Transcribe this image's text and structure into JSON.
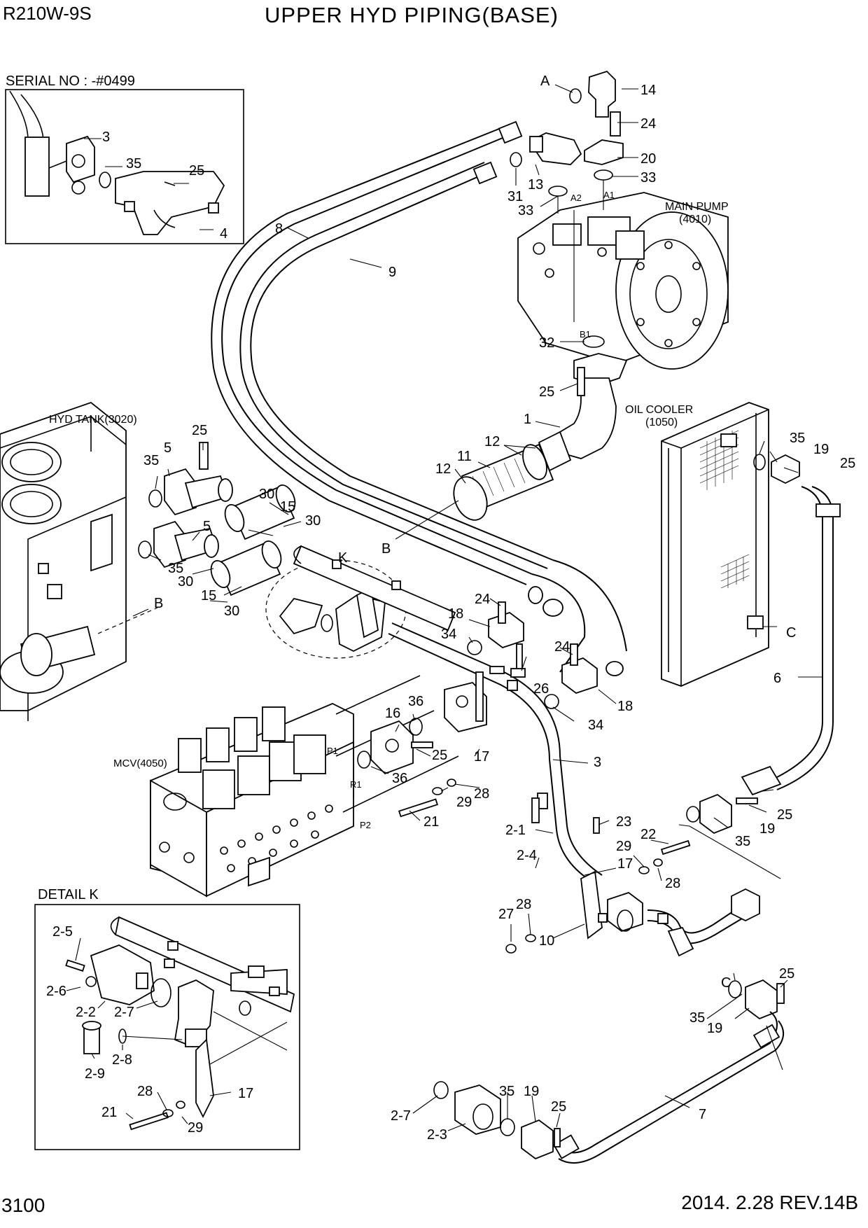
{
  "header": {
    "model": "R210W-9S",
    "title": "UPPER HYD PIPING(BASE)"
  },
  "footer": {
    "page_number": "3100",
    "revision": "2014. 2.28  REV.14B"
  },
  "inset_serial": {
    "title": "SERIAL NO : -#0499",
    "callouts": [
      "3",
      "35",
      "25",
      "4"
    ]
  },
  "detail_k": {
    "title": "DETAIL K",
    "callouts": [
      "2-5",
      "2-6",
      "2-2",
      "2-7",
      "2-8",
      "2-9",
      "28",
      "21",
      "29",
      "17"
    ]
  },
  "components": {
    "main_pump": "MAIN PUMP",
    "main_pump_code": "(4010)",
    "oil_cooler": "OIL COOLER",
    "oil_cooler_code": "(1050)",
    "hyd_tank": "HYD TANK(3020)",
    "mcv": "MCV(4050)"
  },
  "port_labels": [
    "A1",
    "A2",
    "B1",
    "P1",
    "R1",
    "P2"
  ],
  "reference_letters": [
    "A",
    "B",
    "C",
    "K"
  ],
  "callouts": [
    "14",
    "24",
    "20",
    "33",
    "13",
    "31",
    "33",
    "8",
    "9",
    "32",
    "25",
    "1",
    "12",
    "11",
    "12",
    "25",
    "5",
    "35",
    "30",
    "15",
    "30",
    "5",
    "35",
    "30",
    "15",
    "30",
    "24",
    "18",
    "34",
    "24",
    "26",
    "18",
    "34",
    "16",
    "36",
    "36",
    "25",
    "17",
    "3",
    "28",
    "29",
    "21",
    "2-1",
    "23",
    "22",
    "29",
    "28",
    "17",
    "2-4",
    "27",
    "28",
    "10",
    "35",
    "19",
    "25",
    "6",
    "25",
    "19",
    "35",
    "25",
    "35",
    "19",
    "7",
    "35",
    "19",
    "25",
    "2-7",
    "2-3"
  ]
}
